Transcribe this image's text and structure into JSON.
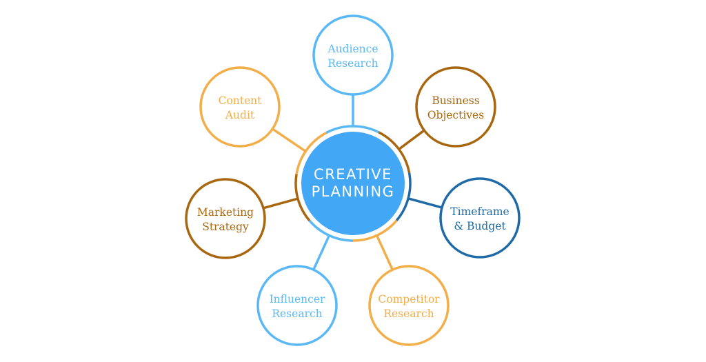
{
  "center": {
    "line1": "CREATIVE",
    "line2": "PLANNING",
    "fill": "#42a7f5"
  },
  "colors": {
    "light_blue": "#5ab9f5",
    "orange": "#f2ae48",
    "brown": "#a8660f",
    "dark_blue": "#1f6aa6"
  },
  "nodes": [
    {
      "id": "audience-research",
      "line1": "Audience",
      "line2": "Research",
      "color": "#5ab9f5"
    },
    {
      "id": "business-objectives",
      "line1": "Business",
      "line2": "Objectives",
      "color": "#a8660f"
    },
    {
      "id": "timeframe-budget",
      "line1": "Timeframe",
      "line2": "& Budget",
      "color": "#1f6aa6"
    },
    {
      "id": "competitor-research",
      "line1": "Competitor",
      "line2": "Research",
      "color": "#f2ae48"
    },
    {
      "id": "influencer-research",
      "line1": "Influencer",
      "line2": "Research",
      "color": "#5ab9f5"
    },
    {
      "id": "marketing-strategy",
      "line1": "Marketing",
      "line2": "Strategy",
      "color": "#a8660f"
    },
    {
      "id": "content-audit",
      "line1": "Content",
      "line2": "Audit",
      "color": "#f2ae48"
    }
  ]
}
